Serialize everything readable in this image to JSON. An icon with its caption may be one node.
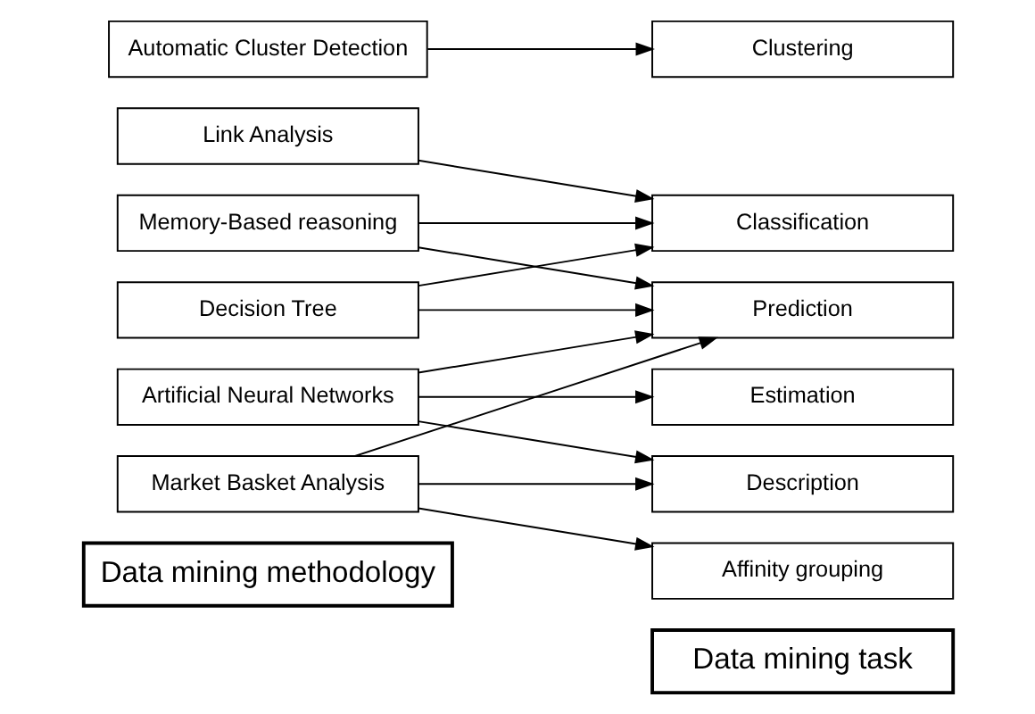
{
  "diagram": {
    "nodes": [
      {
        "text": [
          "Data mining methodology"
        ]
      },
      {
        "text": [
          "Data mining task"
        ]
      },
      {
        "text": [
          "Decision Tree"
        ]
      },
      {
        "text": [
          "Memory-Based reasoning"
        ]
      },
      {
        "text": [
          "Link Analysis"
        ]
      },
      {
        "text": [
          "Artificial Neural Networks"
        ]
      },
      {
        "text": [
          "Market Basket Analysis"
        ]
      },
      {
        "text": [
          "Automatic Cluster Detection"
        ]
      },
      {
        "text": [
          "Classification"
        ]
      },
      {
        "text": [
          "Estimation"
        ]
      },
      {
        "text": [
          "Prediction"
        ]
      },
      {
        "text": [
          "Affinity grouping"
        ]
      },
      {
        "text": [
          "Clustering"
        ]
      },
      {
        "text": [
          "Description"
        ]
      }
    ],
    "edges": [
      {
        "from": 2,
        "to": 8,
        "arrow": "to"
      },
      {
        "from": 2,
        "to": 10,
        "arrow": "to"
      },
      {
        "from": 3,
        "to": 8,
        "arrow": "to"
      },
      {
        "from": 3,
        "to": 10,
        "arrow": "to"
      },
      {
        "from": 4,
        "to": 8,
        "arrow": "to"
      },
      {
        "from": 5,
        "to": 9,
        "arrow": "to"
      },
      {
        "from": 5,
        "to": 10,
        "arrow": "to"
      },
      {
        "from": 5,
        "to": 13,
        "arrow": "to"
      },
      {
        "from": 6,
        "to": 10,
        "arrow": "to"
      },
      {
        "from": 6,
        "to": 11,
        "arrow": "to"
      },
      {
        "from": 6,
        "to": 13,
        "arrow": "to"
      },
      {
        "from": 7,
        "to": 12,
        "arrow": "to"
      }
    ]
  }
}
